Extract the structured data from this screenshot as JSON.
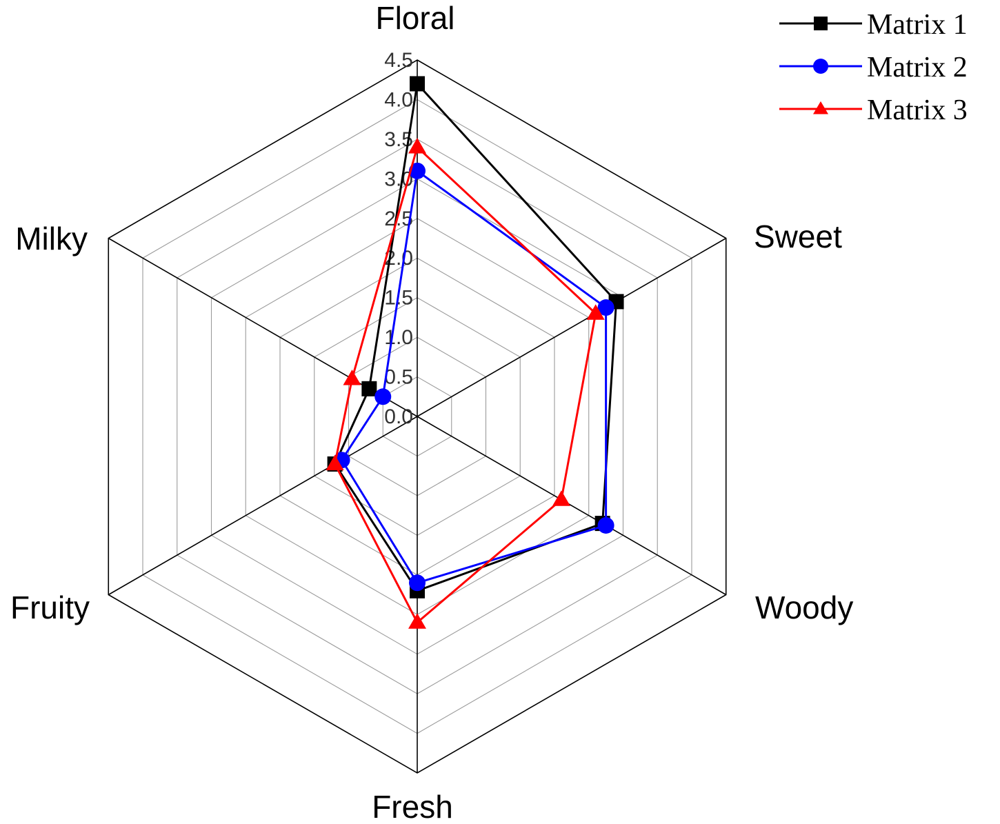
{
  "chart_data": {
    "type": "radar",
    "axes": [
      "Floral",
      "Sweet",
      "Woody",
      "Fresh",
      "Fruity",
      "Milky"
    ],
    "scale": {
      "min": 0.0,
      "max": 4.5,
      "step": 0.5
    },
    "ticks": [
      "0.0",
      "0.5",
      "1.0",
      "1.5",
      "2.0",
      "2.5",
      "3.0",
      "3.5",
      "4.0",
      "4.5"
    ],
    "series": [
      {
        "name": "Matrix 1",
        "color": "#000000",
        "marker": "square",
        "values": [
          4.2,
          2.9,
          2.7,
          2.2,
          1.2,
          0.7
        ]
      },
      {
        "name": "Matrix 2",
        "color": "#0000ff",
        "marker": "circle",
        "values": [
          3.1,
          2.75,
          2.75,
          2.1,
          1.1,
          0.5
        ]
      },
      {
        "name": "Matrix 3",
        "color": "#ff0000",
        "marker": "triangle",
        "values": [
          3.4,
          2.6,
          2.1,
          2.6,
          1.2,
          0.95
        ]
      }
    ],
    "legend_position": "top-right",
    "grid": true
  }
}
